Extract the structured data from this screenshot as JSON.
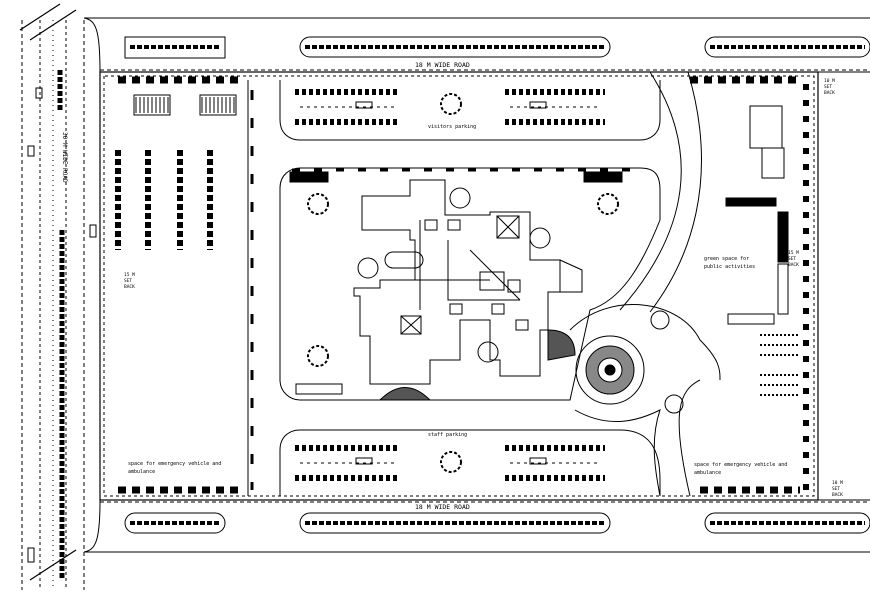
{
  "labels": {
    "road_top": "18 M WIDE ROAD",
    "road_bottom": "18 M WIDE ROAD",
    "road_left": "30 M WIDE ROAD",
    "visitors_parking": "visitors parking",
    "staff_parking": "staff parking",
    "green_space_line1": "green space for",
    "green_space_line2": "public activities",
    "emergency_left_line1": "space for emergency vehicle and",
    "emergency_left_line2": "ambulance",
    "emergency_right_line1": "space for emergency vehicle and",
    "emergency_right_line2": "ambulance",
    "setback_left_1": "15 M",
    "setback_left_2": "SET",
    "setback_left_3": "BACK",
    "setback_right_mid_1": "15 M",
    "setback_right_mid_2": "SET",
    "setback_right_mid_3": "BACK",
    "setback_top_right_1": "10 M",
    "setback_top_right_2": "SET",
    "setback_top_right_3": "BACK",
    "setback_bottom_right_1": "10 M",
    "setback_bottom_right_2": "SET",
    "setback_bottom_right_3": "BACK"
  }
}
